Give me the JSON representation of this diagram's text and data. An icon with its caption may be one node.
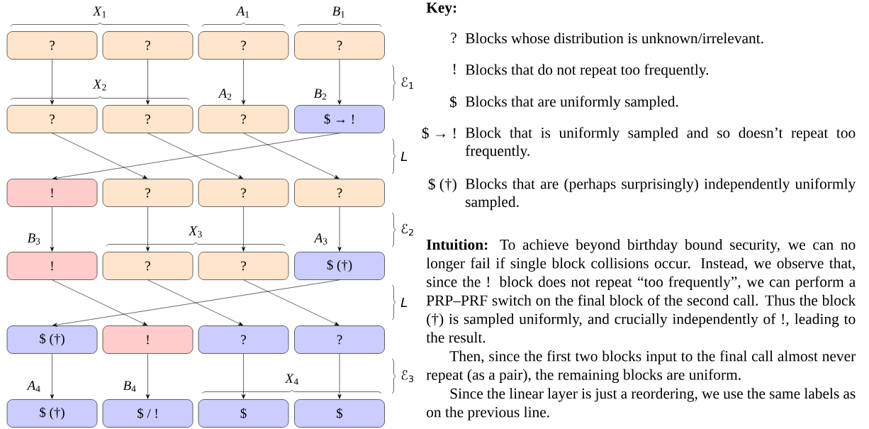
{
  "diagram": {
    "nodes": [
      {
        "text": [
          "?"
        ]
      },
      {
        "text": [
          "?"
        ]
      },
      {
        "text": [
          "?"
        ]
      },
      {
        "text": [
          "?"
        ]
      },
      {
        "text": [
          "?"
        ]
      },
      {
        "text": [
          "?"
        ]
      },
      {
        "text": [
          "?"
        ]
      },
      {
        "text": [
          "$ → !"
        ]
      },
      {
        "text": [
          "!"
        ]
      },
      {
        "text": [
          "?"
        ]
      },
      {
        "text": [
          "?"
        ]
      },
      {
        "text": [
          "?"
        ]
      },
      {
        "text": [
          "!"
        ]
      },
      {
        "text": [
          "?"
        ]
      },
      {
        "text": [
          "?"
        ]
      },
      {
        "text": [
          "$ (†)"
        ]
      },
      {
        "text": [
          "$ (†)"
        ]
      },
      {
        "text": [
          "!"
        ]
      },
      {
        "text": [
          "?"
        ]
      },
      {
        "text": [
          "?"
        ]
      },
      {
        "text": [
          "$ (†)"
        ]
      },
      {
        "text": [
          "$ / !"
        ]
      },
      {
        "text": [
          "$"
        ]
      },
      {
        "text": [
          "$"
        ]
      }
    ],
    "edges": [
      {
        "from": 0,
        "to": 4,
        "arrow": "to"
      },
      {
        "from": 1,
        "to": 5,
        "arrow": "to"
      },
      {
        "from": 2,
        "to": 6,
        "arrow": "to"
      },
      {
        "from": 3,
        "to": 7,
        "arrow": "to"
      },
      {
        "from": 4,
        "to": 9,
        "arrow": "to"
      },
      {
        "from": 5,
        "to": 10,
        "arrow": "to"
      },
      {
        "from": 6,
        "to": 11,
        "arrow": "to"
      },
      {
        "from": 7,
        "to": 8,
        "arrow": "to"
      },
      {
        "from": 8,
        "to": 12,
        "arrow": "to"
      },
      {
        "from": 9,
        "to": 13,
        "arrow": "to"
      },
      {
        "from": 10,
        "to": 14,
        "arrow": "to"
      },
      {
        "from": 11,
        "to": 15,
        "arrow": "to"
      },
      {
        "from": 12,
        "to": 17,
        "arrow": "to"
      },
      {
        "from": 13,
        "to": 18,
        "arrow": "to"
      },
      {
        "from": 14,
        "to": 19,
        "arrow": "to"
      },
      {
        "from": 15,
        "to": 16,
        "arrow": "to"
      },
      {
        "from": 16,
        "to": 20,
        "arrow": "to"
      },
      {
        "from": 17,
        "to": 21,
        "arrow": "to"
      },
      {
        "from": 18,
        "to": 22,
        "arrow": "to"
      },
      {
        "from": 19,
        "to": 23,
        "arrow": "to"
      }
    ],
    "labels": [
      "*X*$_{1}$",
      "*A*$_{1}$",
      "*B*$_{1}$",
      "*X*$_{2}$",
      "*A*$_{2}$",
      "*B*$_{2}$",
      "*B*$_{3}$",
      "*X*$_{3}$",
      "*A*$_{3}$",
      "*A*$_{4}$",
      "*B*$_{4}$",
      "*X*$_{4}$",
      "ℰ$_{1}$",
      "*L*",
      "ℰ$_{2}$",
      "*L*",
      "ℰ$_{3}$",
      "Key:",
      "?",
      "Blocks whose distribution is unknown/irrelevant.",
      "!",
      "Blocks that do not repeat too frequently.",
      "$",
      "Blocks that are uniformly sampled.",
      "$ → !",
      "Block that is uniformly sampled and so doesn’t repeat too frequently.",
      "$ (†)",
      "Blocks that are (perhaps surprisingly) independently uniformly sampled.",
      "**Intuition:** To achieve beyond birthday bound security, we can no longer fail if single block collisions occur. Instead, we observe that, since the ! block does not repeat “too frequently”, we can perform a PRP–PRF switch on the final block of the second call. Thus the block (†) is sampled uniformly, and crucially independently of !, leading to the result.",
      "Then, since the first two blocks input to the final call almost never repeat (as a pair), the remaining blocks are uniform.",
      "Since the linear layer is just a reordering, we use the same labels as on the previous line."
    ]
  }
}
